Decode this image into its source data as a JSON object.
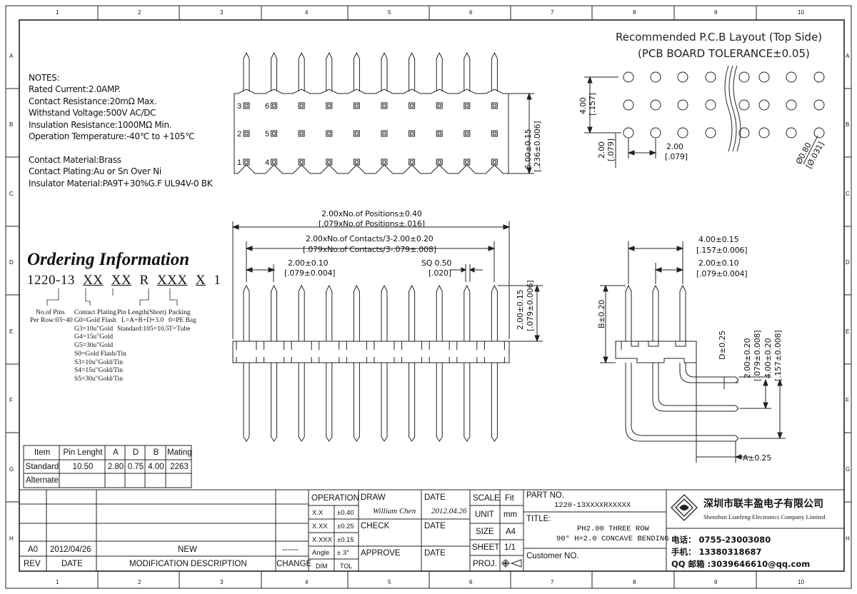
{
  "border": {
    "cols": [
      "1",
      "2",
      "3",
      "4",
      "5",
      "6",
      "7",
      "8",
      "9",
      "10"
    ],
    "rows": [
      "A",
      "B",
      "C",
      "D",
      "E",
      "F",
      "G",
      "H"
    ]
  },
  "notes": [
    "NOTES:",
    "Rated Current:2.0AMP.",
    "Contact Resistance:20mΩ Max.",
    "Withstand Voltage:500V AC/DC",
    "Insulation Resistance:1000MΩ Min.",
    "Operation Temperature:-40℃ to +105℃",
    "",
    "Contact Material:Brass",
    "Contact Plating:Au or Sn Over Ni",
    "Insulator Material:PA9T+30%G.F UL94V-0 BK"
  ],
  "ordering": {
    "title": "Ordering Information",
    "code_prefix": "1220-13",
    "code_parts": [
      "XX",
      "XX",
      "R",
      "XXX",
      "X",
      "1"
    ],
    "pins_label": "No.of Pins",
    "pins_value": "Per Row:03~40",
    "plating_label": "Contact Plating",
    "plating_values": [
      "G0=Gold Flash",
      "G3=10u\"Gold",
      "G4=15u\"Gold",
      "G5=30u\"Gold",
      "S0=Gold Flash/Tin",
      "S3=10u\"Gold/Tin",
      "S4=15u\"Gold/Tin",
      "S5=30u\"Gold/Tin"
    ],
    "length_label": "Pin Length(Short)",
    "length_values": [
      "L=A+B+D+3.0",
      "Standard:105=10.5"
    ],
    "packing_label": "Packing",
    "packing_values": [
      "0=PE Bag",
      "T=Tube"
    ]
  },
  "spec_table": {
    "headers": [
      "Item",
      "Pin Lenght",
      "A",
      "D",
      "B",
      "Mating"
    ],
    "rows": [
      [
        "Standard",
        "10.50",
        "2.80",
        "0.75",
        "4.00",
        "2263"
      ],
      [
        "Alternate",
        "",
        "",
        "",
        "",
        ""
      ]
    ]
  },
  "top_view": {
    "row_labels": [
      "3",
      "2",
      "1"
    ],
    "col2_labels": [
      "6",
      "5",
      "4"
    ],
    "height_dim": "6.00±0.15",
    "height_dim_in": "[.236±0.006]"
  },
  "pcb": {
    "title": "Recommended P.C.B Layout (Top Side)",
    "subtitle": "(PCB BOARD TOLERANCE±0.05)",
    "pitch_v": "4.00",
    "pitch_v_in": "[.157]",
    "pitch_h": "2.00",
    "pitch_h_in": "[.079]",
    "pitch_v2": "2.00",
    "pitch_v2_in": "[.079]",
    "hole": "Ø0.80",
    "hole_in": "[Ø.031]"
  },
  "front_view": {
    "dim1": "2.00xNo.of Positions±0.40",
    "dim1_in": "[.079xNo.of Positions±.016]",
    "dim2": "2.00xNo.of Contacts/3-2.00±0.20",
    "dim2_in": "[.079xNo.of Contacts/3-.079±.008]",
    "dim3": "2.00±0.10",
    "dim3_in": "[.079±0.004]",
    "dim4": "SQ 0.50",
    "dim4_in": "[.020]",
    "dim5": "2.00±0.15",
    "dim5_in": "[.079±0.006]"
  },
  "side_view": {
    "dim1": "4.00±0.15",
    "dim1_in": "[.157±0.006]",
    "dim2": "2.00±0.10",
    "dim2_in": "[.079±0.004]",
    "b": "B±0.20",
    "d": "D±0.25",
    "dim3": "2.00±0.20",
    "dim3_in": "[.079±0.008]",
    "dim4": "4.00±0.20",
    "dim4_in": "[.157±0.008]",
    "a": "A±0.25"
  },
  "title_block": {
    "rev_row": [
      "A0",
      "2012/04/26",
      "NEW",
      "------"
    ],
    "rev_headers": [
      "REV",
      "DATE",
      "MODIFICATION  DESCRIPTION",
      "CHANGE"
    ],
    "operation": "OPERATION",
    "tol_rows": [
      [
        "X.X",
        "±0.40"
      ],
      [
        "X.XX",
        "±0.25"
      ],
      [
        "X.XXX",
        "±0.15"
      ],
      [
        "Angle",
        "± 3°"
      ]
    ],
    "tol_footer": [
      "DIM",
      "TOL"
    ],
    "draw": "DRAW",
    "draw_name": "William Chen",
    "date_label": "DATE",
    "draw_date": "2012.04.26",
    "check": "CHECK",
    "approve": "APPROVE",
    "scale": "SCALE",
    "scale_val": "Fit",
    "unit": "UNIT",
    "unit_val": "mm",
    "size": "SIZE",
    "size_val": "A4",
    "sheet": "SHEET",
    "sheet_val": "1/1",
    "proj": "PROJ.",
    "part_no_label": "PART NO.",
    "part_no": "1220-13XXXXRXXXXX",
    "title_label": "TITLE:",
    "title_line1": "PH2.00 THREE ROW",
    "title_line2": "90° H=2.0 CONCAVE BENDING",
    "customer": "Customer NO.",
    "company_cn": "深圳市联丰盈电子有限公司",
    "company_en": "Shenzhen Lianfeng Electronics Company Limited",
    "phone": "电话： 0755-23003080",
    "mobile": "手机： 13380318687",
    "qq": "QQ 邮箱 :3039646610@qq.com"
  }
}
